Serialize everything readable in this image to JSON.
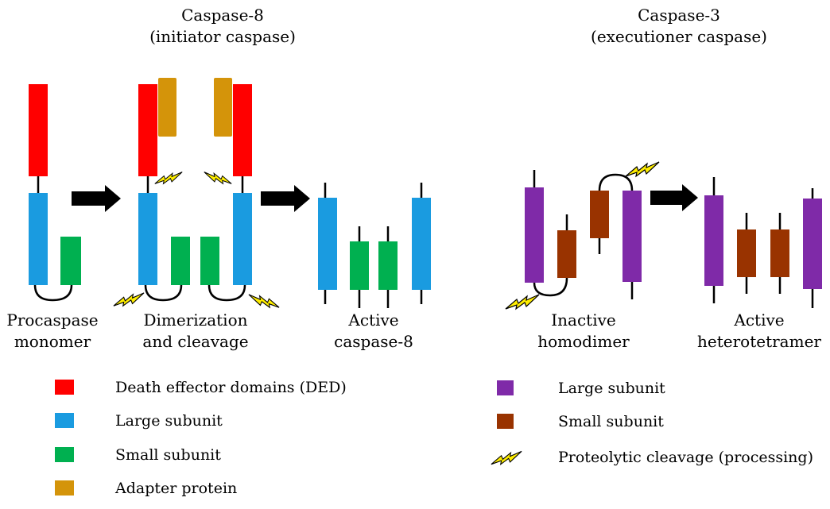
{
  "caspase8": {
    "title": "Caspase-8",
    "subtitle": "(initiator caspase)",
    "stages": [
      {
        "line1": "Procaspase",
        "line2": "monomer"
      },
      {
        "line1": "Dimerization",
        "line2": "and cleavage"
      },
      {
        "line1": "Active",
        "line2": "caspase-8"
      }
    ]
  },
  "caspase3": {
    "title": "Caspase-3",
    "subtitle": "(executioner caspase)",
    "stages": [
      {
        "line1": "Inactive",
        "line2": "homodimer"
      },
      {
        "line1": "Active",
        "line2": "heterotetramer"
      }
    ]
  },
  "legend_left": [
    {
      "label": "Death effector domains (DED)",
      "color": "#ff0000"
    },
    {
      "label": "Large subunit",
      "color": "#1a9be0"
    },
    {
      "label": "Small subunit",
      "color": "#00b050"
    },
    {
      "label": "Adapter protein",
      "color": "#d4940a"
    }
  ],
  "legend_right": [
    {
      "label": "Large subunit",
      "color": "#7f2aa8"
    },
    {
      "label": "Small subunit",
      "color": "#993300"
    },
    {
      "label": "Proteolytic cleavage (processing)",
      "icon": "lightning-bolt-icon"
    }
  ],
  "colors": {
    "ded": "#ff0000",
    "large8": "#1a9be0",
    "small8": "#00b050",
    "adapter": "#d4940a",
    "large3": "#7f2aa8",
    "small3": "#993300",
    "bolt": "#ffee00",
    "arrow": "#000000"
  }
}
